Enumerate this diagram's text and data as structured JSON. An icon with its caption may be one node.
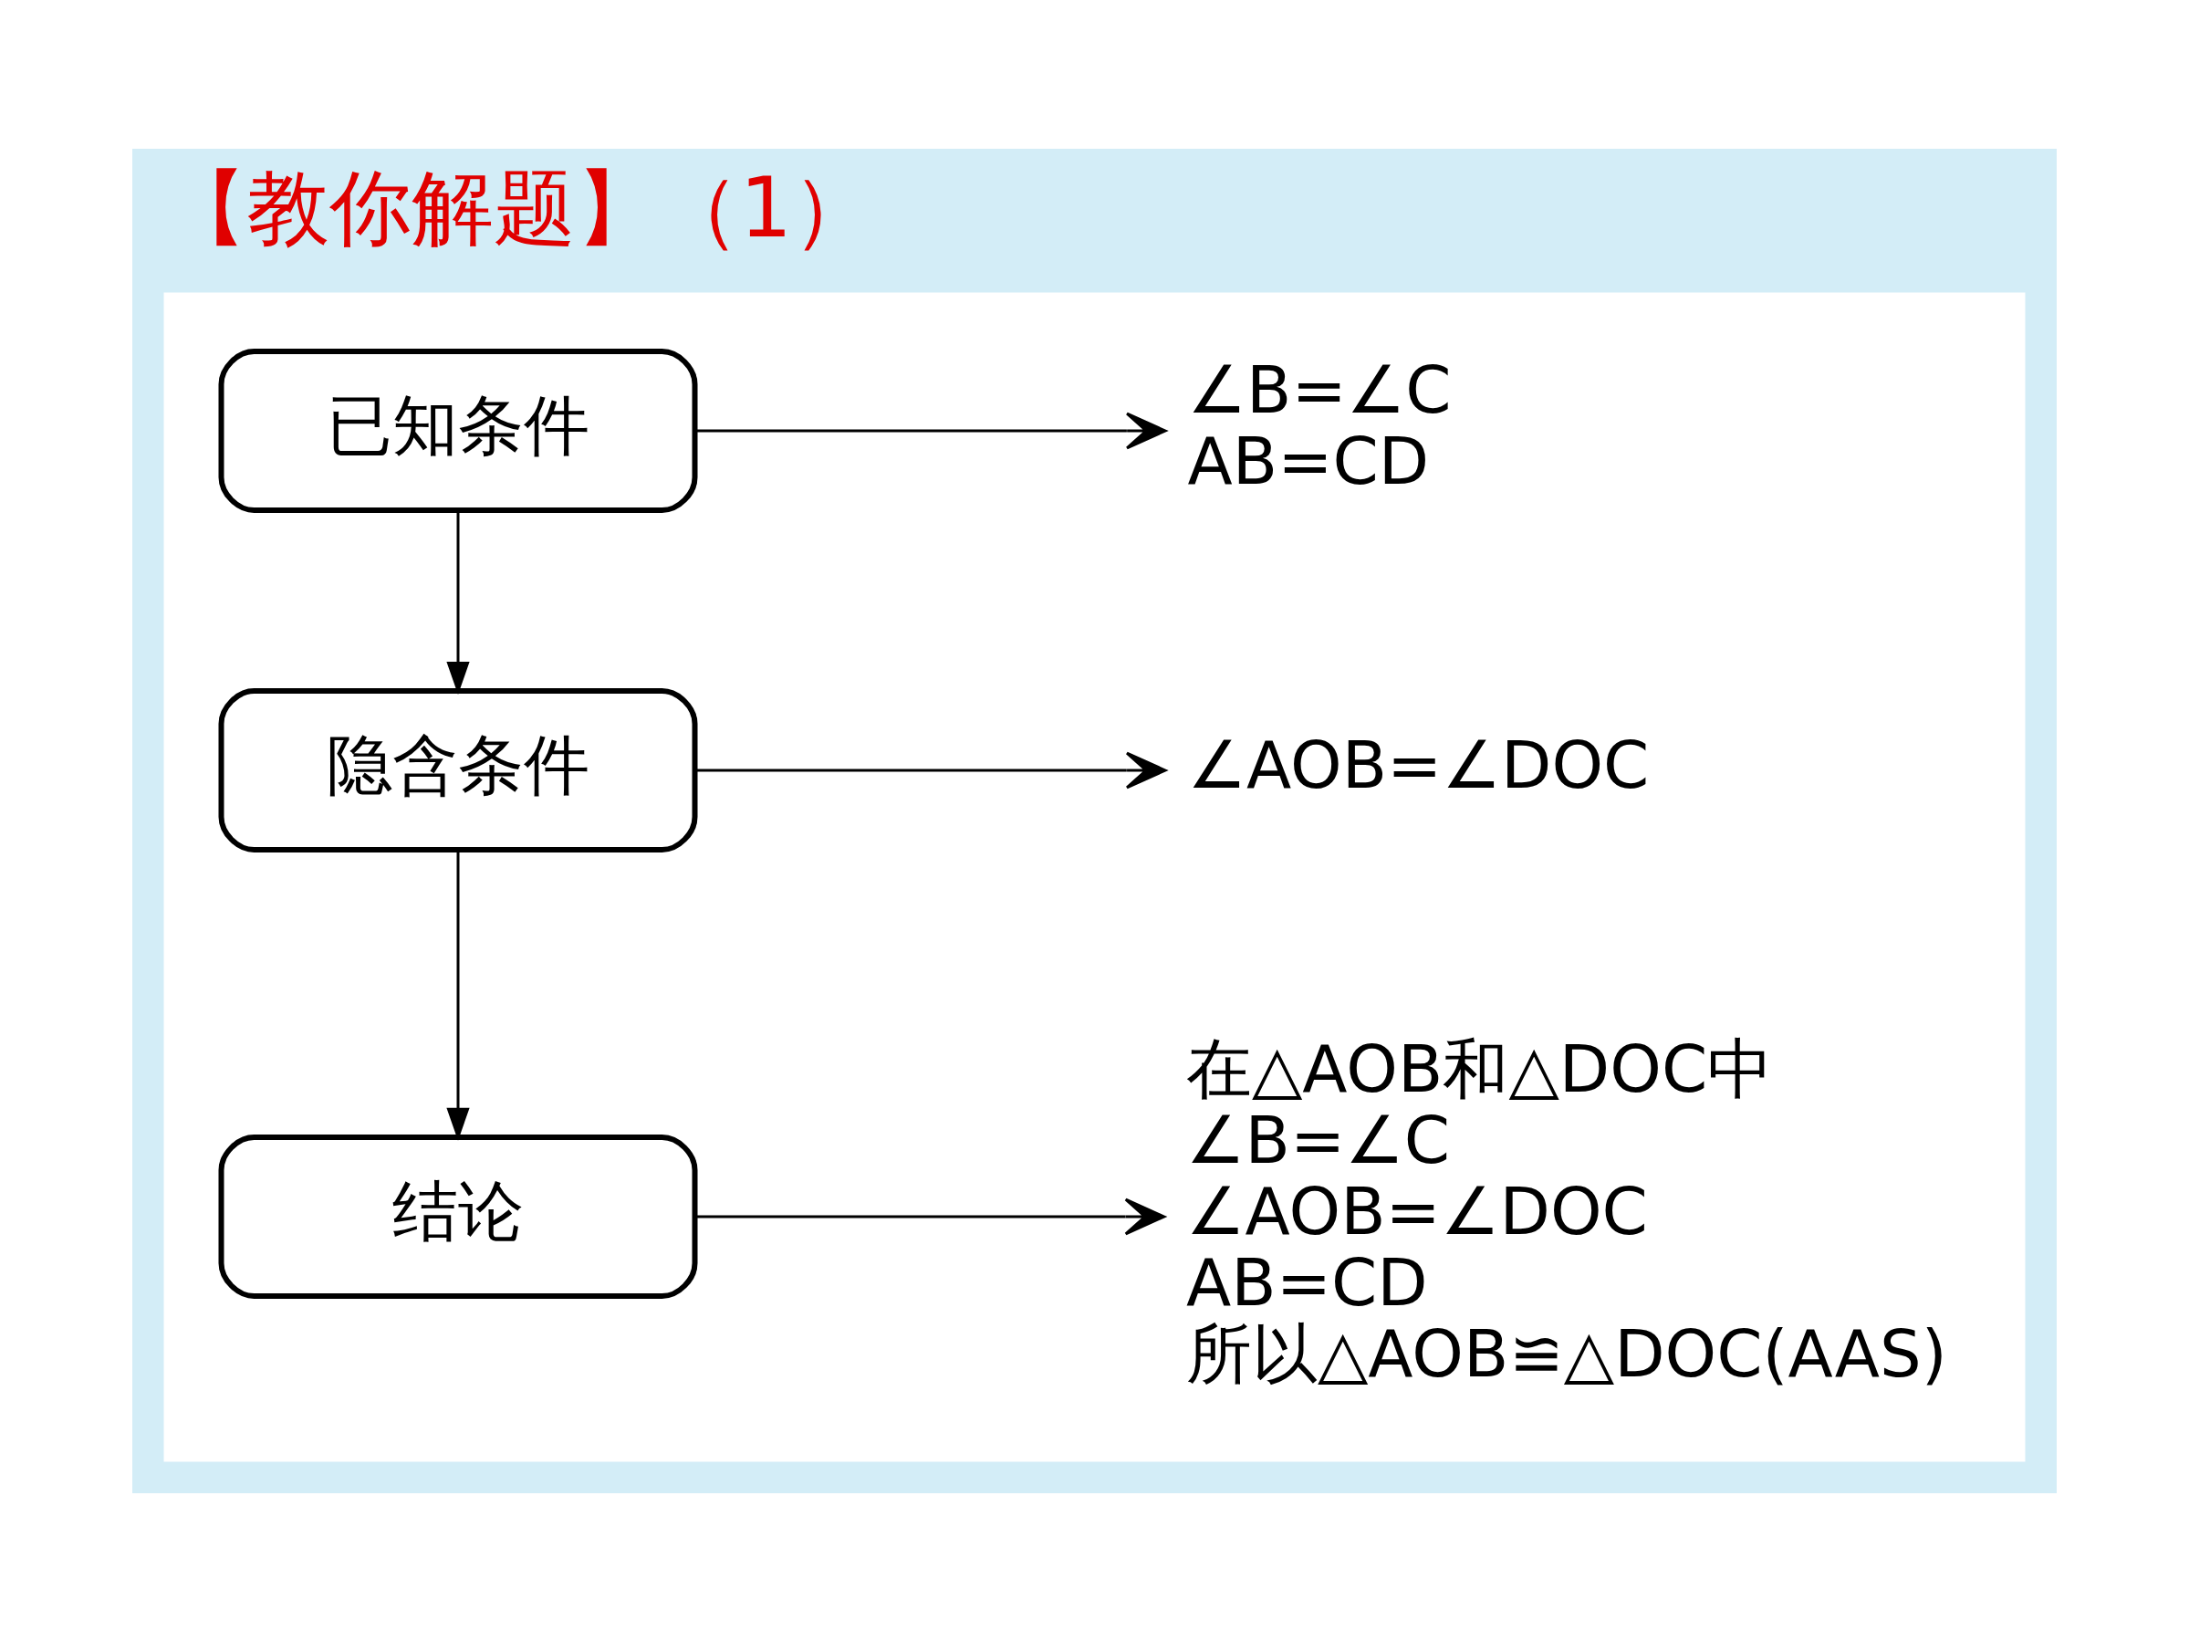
{
  "diagram": {
    "title": "【教你解题】（1）",
    "nodes": [
      {
        "text": [],
        "shape": "box"
      },
      {
        "text": [
          "已知条件"
        ],
        "in": 0
      },
      {
        "text": [
          "∠B=∠C",
          "AB=CD"
        ],
        "in": 0
      },
      {
        "text": [
          "隐含条件"
        ],
        "in": 0
      },
      {
        "text": [
          "∠AOB=∠DOC"
        ],
        "in": 0
      },
      {
        "text": [
          "结论"
        ],
        "in": 0
      },
      {
        "text": [
          "在△AOB和△DOC中",
          "∠B=∠C",
          "∠AOB=∠DOC",
          "AB=CD",
          "所以△AOB≌△DOC(AAS)"
        ],
        "in": 0
      }
    ],
    "edges": [
      {
        "from": 1,
        "to": 2,
        "arrow": "to"
      },
      {
        "from": 1,
        "to": 3,
        "arrow": "to"
      },
      {
        "from": 3,
        "to": 4,
        "arrow": "to"
      },
      {
        "from": 3,
        "to": 5,
        "arrow": "to"
      },
      {
        "from": 5,
        "to": 6,
        "arrow": "to"
      }
    ]
  }
}
